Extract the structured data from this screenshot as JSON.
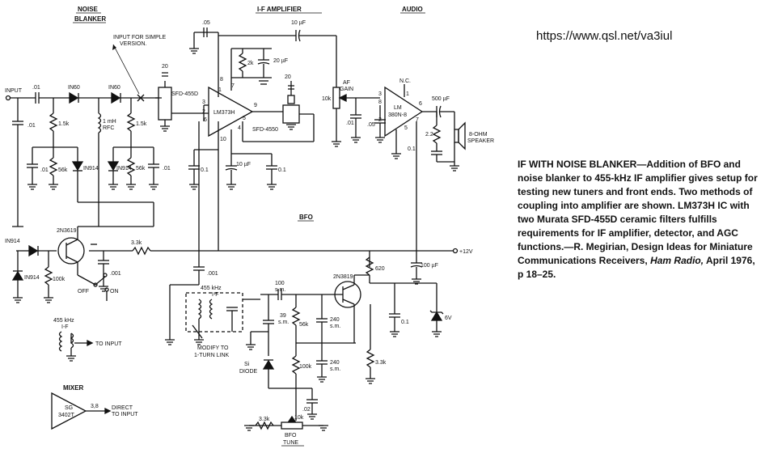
{
  "sections": {
    "noise_blanker": "NOISE",
    "noise_blanker_2": "BLANKER",
    "if_amplifier": "I-F AMPLIFIER",
    "audio": "AUDIO",
    "bfo": "BFO",
    "mixer": "MIXER"
  },
  "url": "https://www.qsl.net/va3iul",
  "notes": {
    "input_simple": "INPUT FOR SIMPLE",
    "input_simple_2": "VERSION.",
    "modify": "MODIFY TO",
    "modify_2": "1-TURN LINK",
    "to_input": "TO INPUT",
    "direct": "DIRECT",
    "direct_2": "TO INPUT",
    "if_455": "455 kHz",
    "if_455_2": "I-F",
    "bfo_455": "455 kHz",
    "bfo_455_2": "I-F"
  },
  "labels": {
    "input": "INPUT",
    "c01_in": ".01",
    "c01_a": ".01",
    "c01_b": ".01",
    "c01_c": ".01",
    "c01_d": ".01",
    "in60_a": "IN60",
    "in60_b": "IN60",
    "r15k_a": "1.5k",
    "r15k_b": "1.5k",
    "rfc": "1 mH",
    "rfc_2": "RFC",
    "r56k_a": "56k",
    "r56k_b": "56k",
    "in914_a": "IN914",
    "in914_b": "IN914",
    "in914_c": "IN914",
    "in914_d": "IN914",
    "q1": "2N3619",
    "r100k_nb": "100k",
    "r33k_nb": "3.3k",
    "c001_nb": ".001",
    "off": "OFF",
    "on": "ON",
    "sfd455d": "SFD-455D",
    "sfd4550": "SFD-4550",
    "c05_top": ".05",
    "c20_a": "20",
    "c20_b": "20",
    "r2k": "2k",
    "c20uf": "20 µF",
    "c10uf_top": "10 µF",
    "ic1": "LM373H",
    "c01_if1": "0.1",
    "c01_if2": "0.1",
    "c01_if3": "0.1",
    "c10uf_if": "10 µF",
    "af_gain": "AF",
    "af_gain_2": "GAIN",
    "r10k_af": "10k",
    "ic2": "LM",
    "ic2_2": "380N-8",
    "nc": "N.C.",
    "c05_audio": ".05",
    "c01_audio": ".01",
    "c500": "500 µF",
    "r22": "2.2",
    "c01_audio2": "0.1",
    "spk": "8-OHM",
    "spk_2": "SPEAKER",
    "v12": "+12V",
    "c100uf": "100 µF",
    "r620": "620",
    "q2": "2N3819",
    "c001_bfo": ".001",
    "c100sm": "100",
    "c100sm_2": "s.m.",
    "c39sm": "39",
    "c39sm_2": "s.m.",
    "r56k_bfo": "56k",
    "c240a": "240",
    "c240a_2": "s.m.",
    "c240b": "240",
    "c240b_2": "s.m.",
    "c01_bfo": "0.1",
    "z6v": "6V",
    "r33k_bfo": "3.3k",
    "si_diode": "Si",
    "si_diode_2": "DIODE",
    "r100k_bfo": "100k",
    "c02": ".02",
    "r33k_tune": "3.3k",
    "r10k_tune": "10k",
    "bfo_tune": "BFO",
    "bfo_tune_2": "TUNE",
    "mixer_ic": "SG",
    "mixer_ic_2": "3402T",
    "pins_38": "3,8",
    "pin_1": "1",
    "pin_2": "2",
    "pin_3": "3",
    "pin_4": "4",
    "pin_5": "5",
    "pin_6": "6",
    "pin_7": "7",
    "pin_8": "8",
    "pin_9": "9",
    "pin_10": "10",
    "apin_1": "1",
    "apin_2": "2",
    "apin_3": "3",
    "apin_5": "5",
    "apin_6": "6",
    "apin_7": "7",
    "apin_8": "8"
  },
  "caption": {
    "lead": "IF WITH NOISE BLANKER",
    "body": "—Addition of BFO and noise blanker to 455-kHz IF amplifier gives setup for testing new tuners and front ends. Two methods of coupling into amplifier are shown. LM373H IC with two Murata SFD-455D ceramic filters fulfills requirements for IF amplifier, detector, and AGC functions.—R. Megirian, Design Ideas for Miniature Communications Receivers, ",
    "source": "Ham Radio,",
    "tail": " April 1976, p 18–25."
  }
}
